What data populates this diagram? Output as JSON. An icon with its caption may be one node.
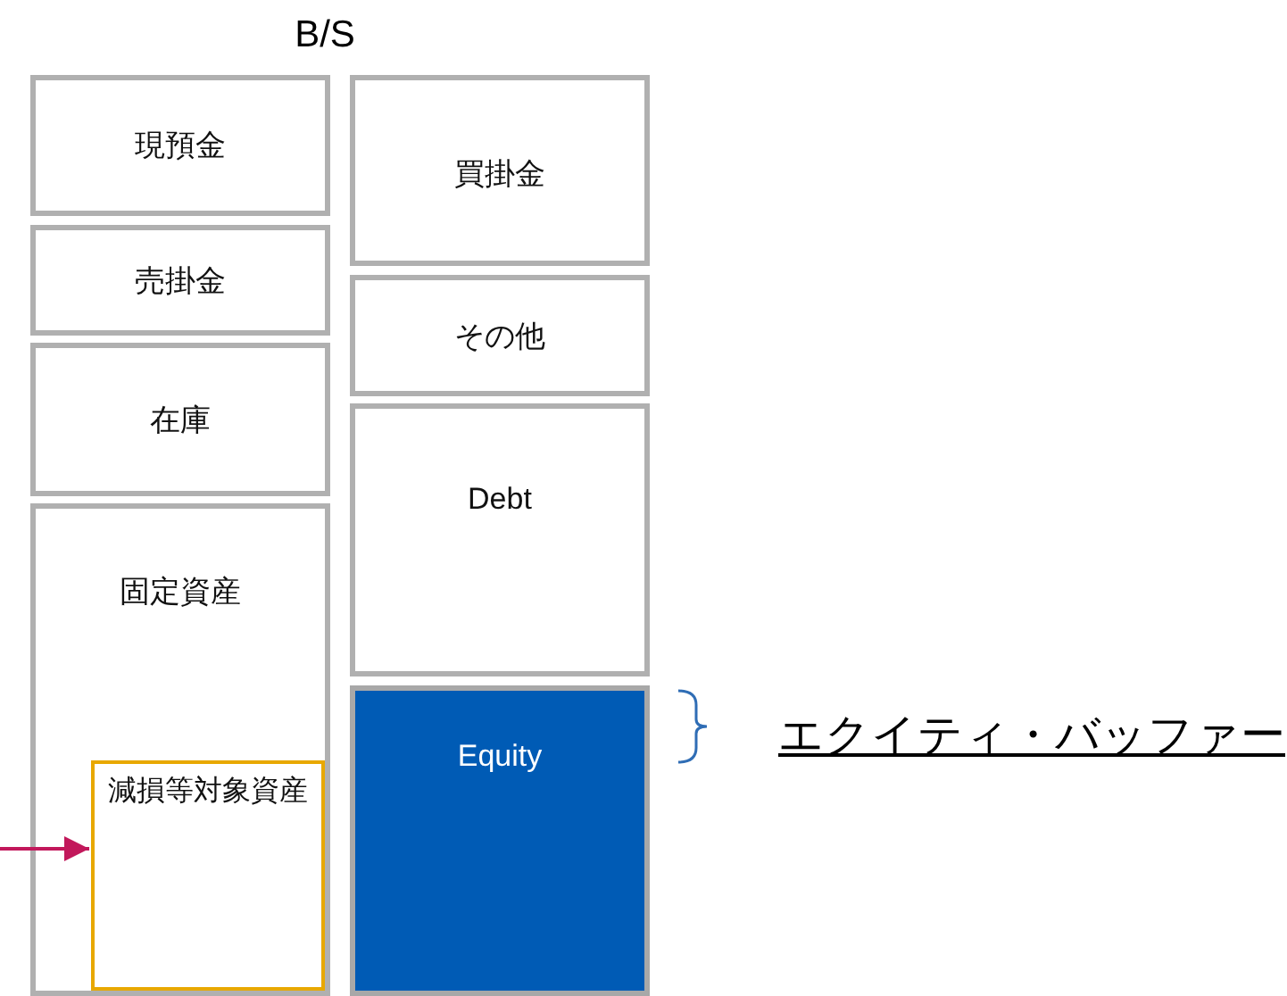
{
  "diagram": {
    "title": "B/S",
    "nodes": [
      {
        "text": [
          "現預金"
        ]
      },
      {
        "text": [
          "売掛金"
        ]
      },
      {
        "text": [
          "在庫"
        ]
      },
      {
        "text": [
          "固定資産"
        ]
      },
      {
        "text": [
          "減損等対象資産"
        ],
        "in": 3
      },
      {
        "text": [
          "買掛金"
        ]
      },
      {
        "text": [
          "その他"
        ]
      },
      {
        "text": [
          "Debt"
        ]
      },
      {
        "text": [
          "Equity"
        ]
      }
    ],
    "edges": [
      {
        "from": null,
        "to": 4,
        "arrow": "to",
        "color": "#c2185b"
      }
    ],
    "labels": [
      "エクイティ・バッファー"
    ]
  }
}
